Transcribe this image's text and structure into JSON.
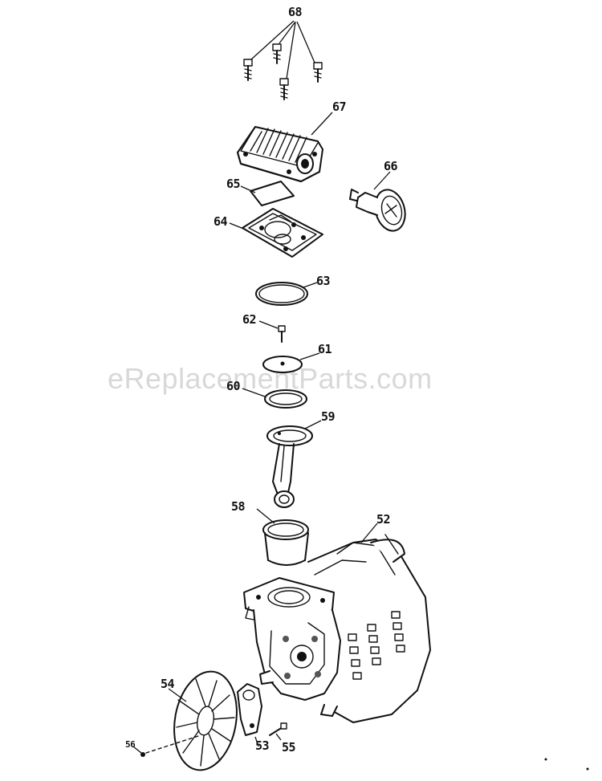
{
  "watermark": "eReplacementParts.com",
  "callouts": {
    "p68": "68",
    "p67": "67",
    "p66": "66",
    "p65": "65",
    "p64": "64",
    "p63": "63",
    "p62": "62",
    "p61": "61",
    "p60": "60",
    "p59": "59",
    "p58": "58",
    "p52": "52",
    "p54": "54",
    "p53": "53",
    "p55": "55",
    "p56": "56"
  }
}
